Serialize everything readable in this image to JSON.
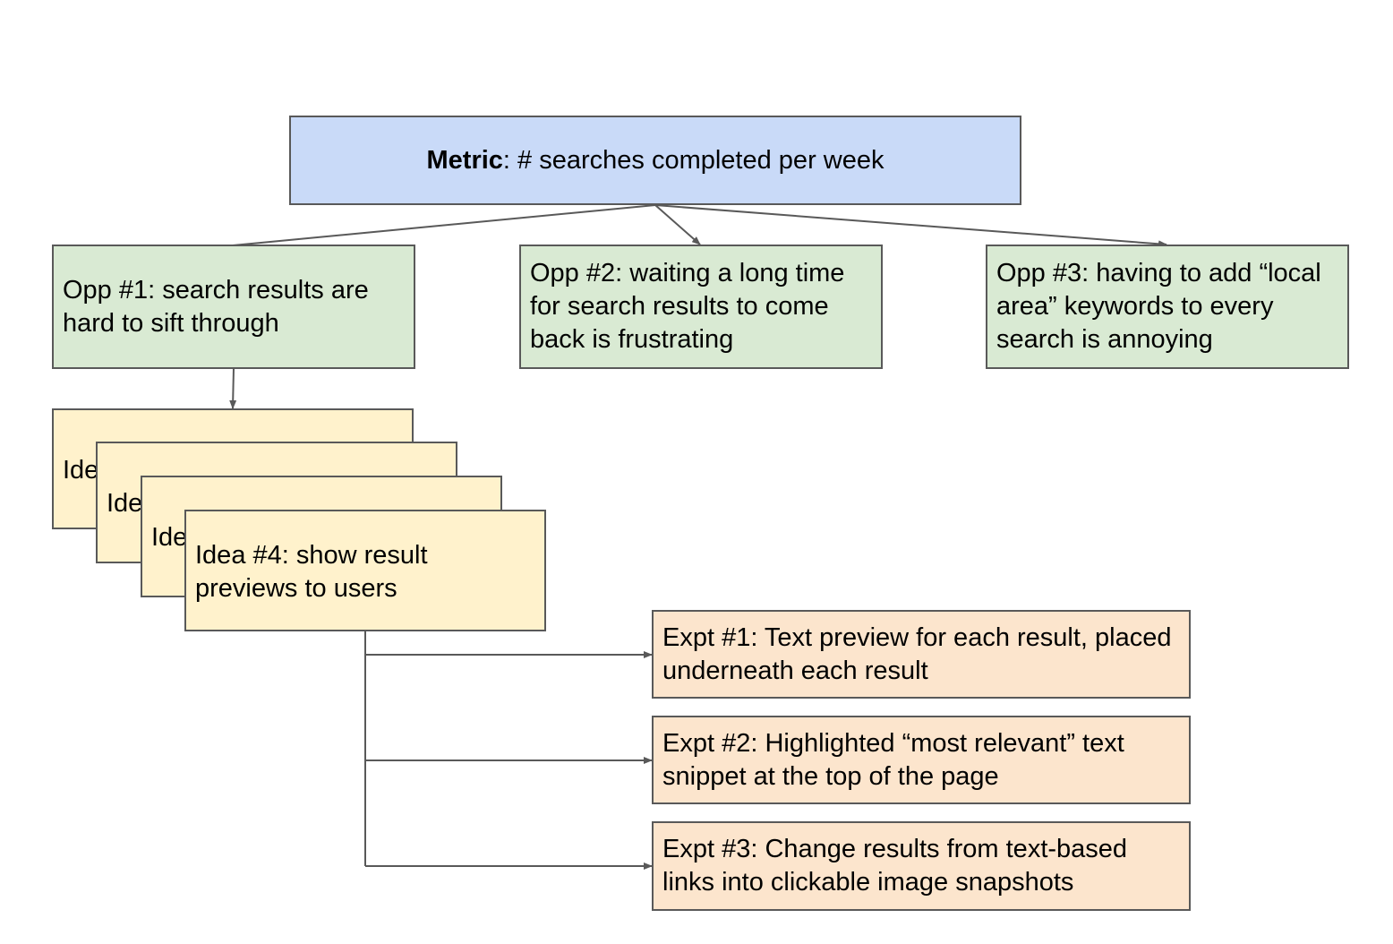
{
  "colors": {
    "metric": "#c9daf8",
    "opportunity": "#d9ead3",
    "idea": "#fff2cc",
    "experiment": "#fce5cd",
    "border": "#595959",
    "connector": "#595959"
  },
  "metric": {
    "label": "Metric",
    "text": ": # searches completed per week"
  },
  "opportunities": [
    {
      "text": "Opp #1: search results are hard to sift through"
    },
    {
      "text": "Opp #2: waiting a long time for search results to come back is frustrating"
    },
    {
      "text": "Opp #3: having to add “local area” keywords to every search is annoying"
    }
  ],
  "ideas": [
    {
      "text": "Ide"
    },
    {
      "text": "Ide"
    },
    {
      "text": "Ide"
    },
    {
      "text": "Idea #4: show result previews to users"
    }
  ],
  "experiments": [
    {
      "text": "Expt #1: Text preview for each result, placed underneath each result"
    },
    {
      "text": "Expt #2: Highlighted “most relevant” text snippet at the top of the page"
    },
    {
      "text": "Expt #3: Change results from text-based links into clickable image snapshots"
    }
  ]
}
